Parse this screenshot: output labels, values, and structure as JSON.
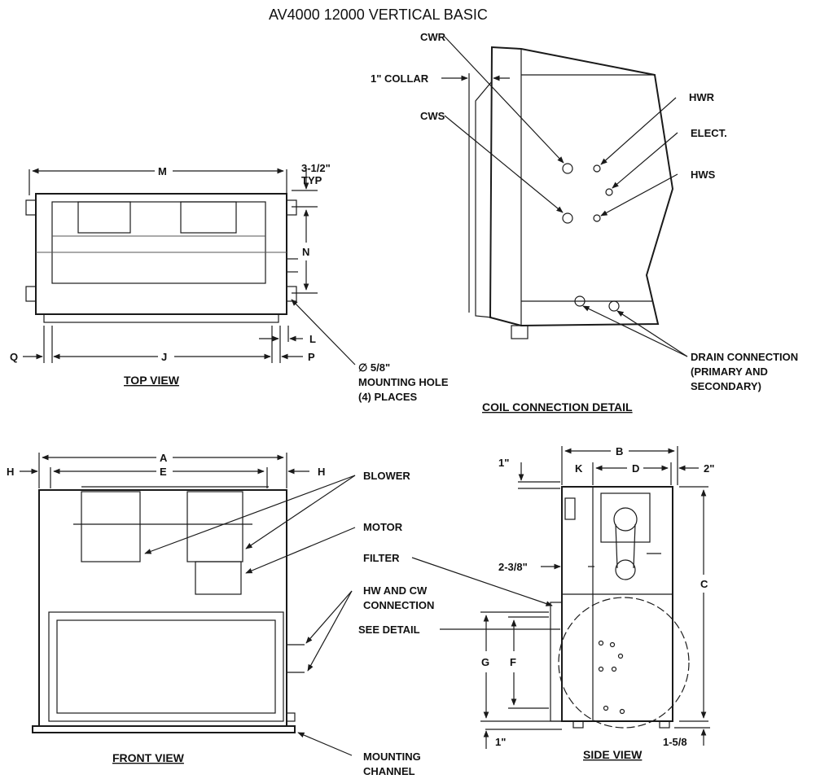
{
  "title": "AV4000 12000 VERTICAL BASIC",
  "views": {
    "top": "TOP VIEW",
    "coil": "COIL CONNECTION DETAIL",
    "front": "FRONT VIEW",
    "side": "SIDE VIEW"
  },
  "labels": {
    "cwr": "CWR",
    "collar": "1\" COLLAR",
    "cws": "CWS",
    "hwr": "HWR",
    "elect": "ELECT.",
    "hws": "HWS",
    "drain1": "DRAIN CONNECTION",
    "drain2": "(PRIMARY AND",
    "drain3": "SECONDARY)",
    "m": "M",
    "typ1": "3-1/2\"",
    "typ2": "TYP",
    "n": "N",
    "l": "L",
    "q": "Q",
    "j": "J",
    "p": "P",
    "hole1": "∅ 5/8\"",
    "hole2": "MOUNTING HOLE",
    "hole3": "(4) PLACES",
    "a": "A",
    "e": "E",
    "h_left": "H",
    "h_right": "H",
    "blower": "BLOWER",
    "motor": "MOTOR",
    "filter": "FILTER",
    "hwcw1": "HW AND CW",
    "hwcw2": "CONNECTION",
    "see_detail": "SEE DETAIL",
    "mount1": "MOUNTING",
    "mount2": "CHANNEL",
    "b": "B",
    "k": "K",
    "d": "D",
    "one_in_top": "1\"",
    "two_in": "2\"",
    "c": "C",
    "two_3_8": "2-3/8\"",
    "g": "G",
    "f": "F",
    "one_in_bot": "1\"",
    "one_5_8": "1-5/8"
  }
}
